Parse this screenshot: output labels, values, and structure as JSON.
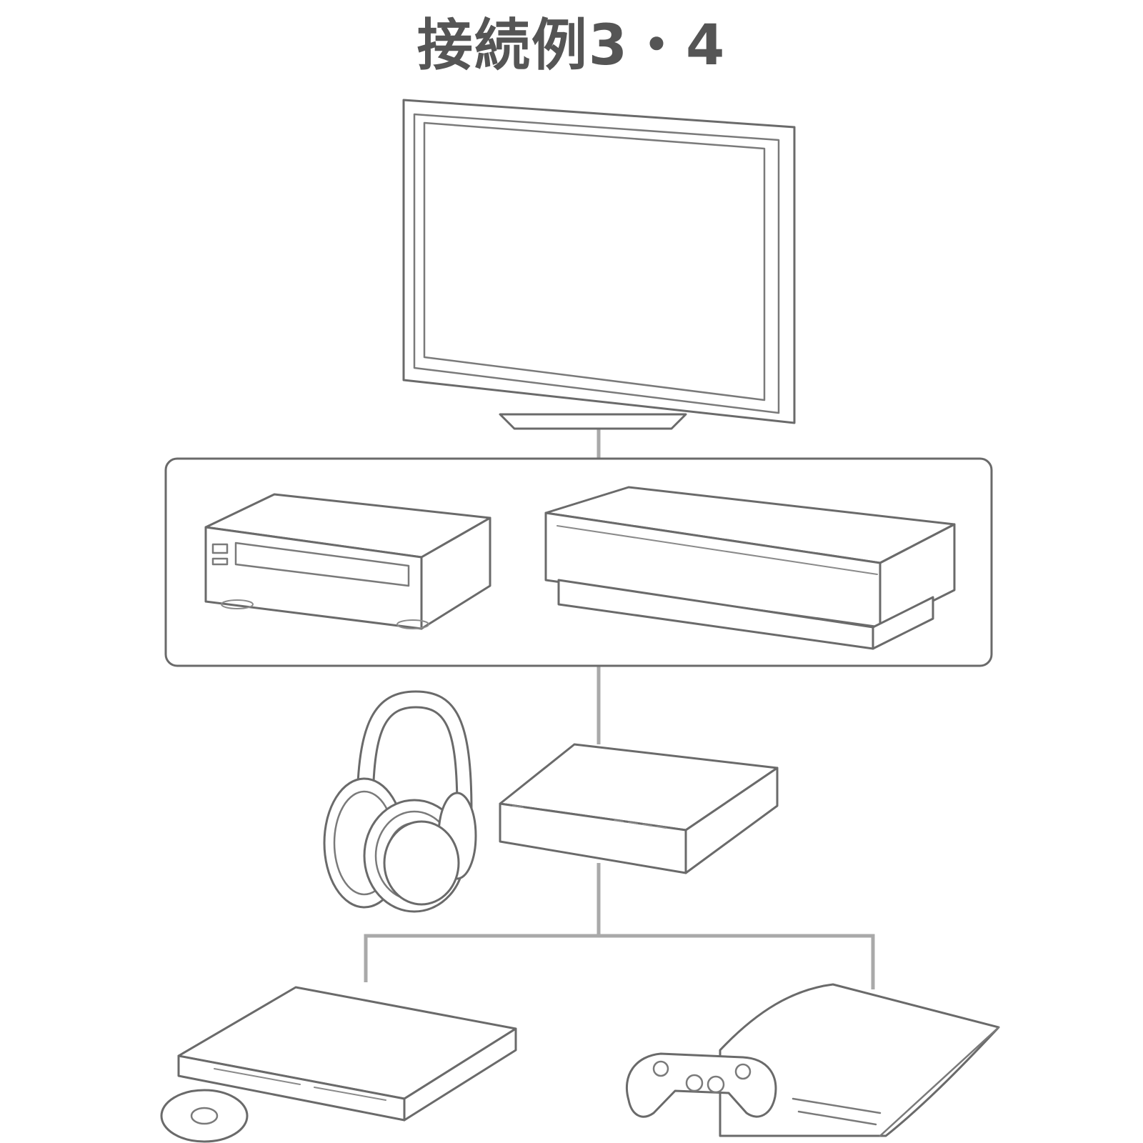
{
  "title": "接続例3・4",
  "devices": [
    {
      "id": "tv",
      "icon": "tv-icon"
    },
    {
      "id": "recorder",
      "icon": "bd-recorder-icon"
    },
    {
      "id": "av-receiver",
      "icon": "av-receiver-icon"
    },
    {
      "id": "headphones",
      "icon": "wireless-headphones-icon"
    },
    {
      "id": "processor",
      "icon": "headphone-processor-icon"
    },
    {
      "id": "dvd-player",
      "icon": "dvd-player-icon"
    },
    {
      "id": "disc",
      "icon": "disc-icon"
    },
    {
      "id": "game-console",
      "icon": "game-console-icon"
    },
    {
      "id": "controller",
      "icon": "game-controller-icon"
    }
  ],
  "colors": {
    "title": "#555555",
    "outline": "#6a6a6a",
    "connector": "#a9a9a9"
  }
}
